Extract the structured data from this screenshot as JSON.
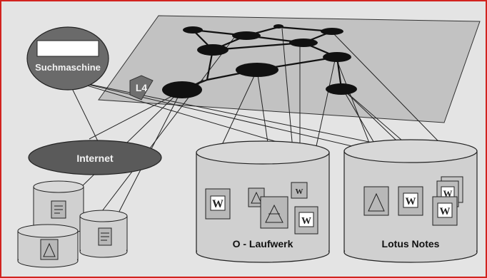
{
  "labels": {
    "search_engine": "Suchmaschine",
    "internet": "Internet",
    "drive": "O - Laufwerk",
    "notes": "Lotus Notes",
    "layer_logo": "L4"
  },
  "colors": {
    "frame_border": "#d2231f",
    "frame_bg": "#e4e4e4",
    "plane": "#c2c2c2",
    "nodes": "#111111",
    "internet_ellipse": "#5a5a5a",
    "search_ellipse": "#6a6a6a",
    "cylinders": "#d0d0d0",
    "documents": "#b8b8b8"
  },
  "icons": [
    "word-document-icon",
    "pdf-document-icon",
    "generic-document-icon"
  ]
}
